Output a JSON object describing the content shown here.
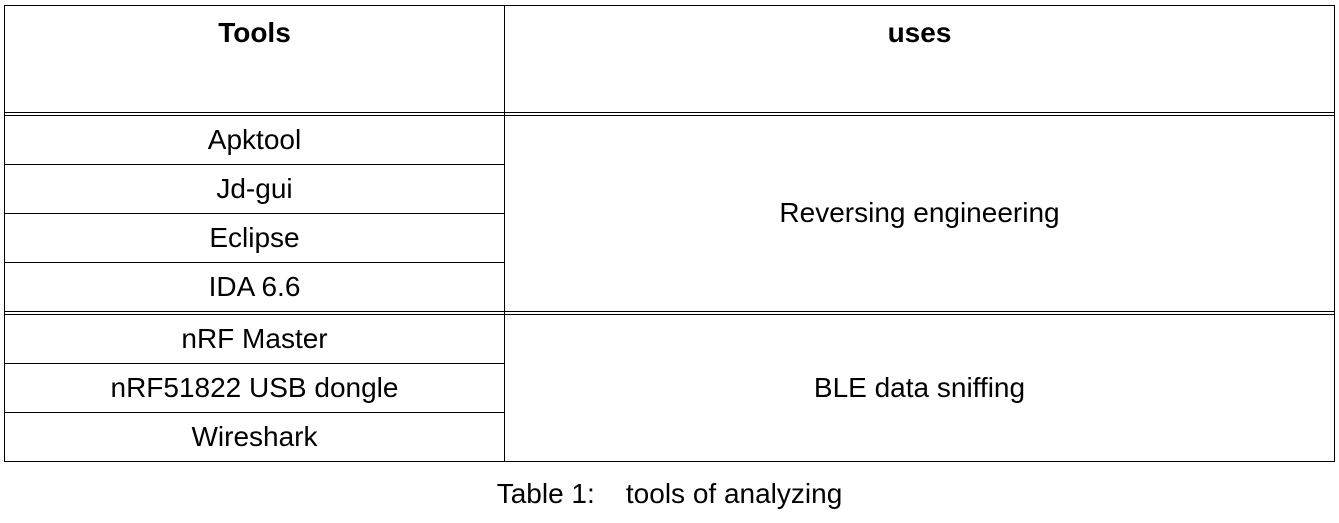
{
  "table": {
    "headers": [
      "Tools",
      "uses"
    ],
    "groups": [
      {
        "use": "Reversing engineering",
        "tools": [
          "Apktool",
          "Jd-gui",
          "Eclipse",
          "IDA 6.6"
        ]
      },
      {
        "use": "BLE data sniffing",
        "tools": [
          "nRF Master",
          "nRF51822 USB dongle",
          "Wireshark"
        ]
      }
    ]
  },
  "caption": "Table 1:    tools of analyzing"
}
